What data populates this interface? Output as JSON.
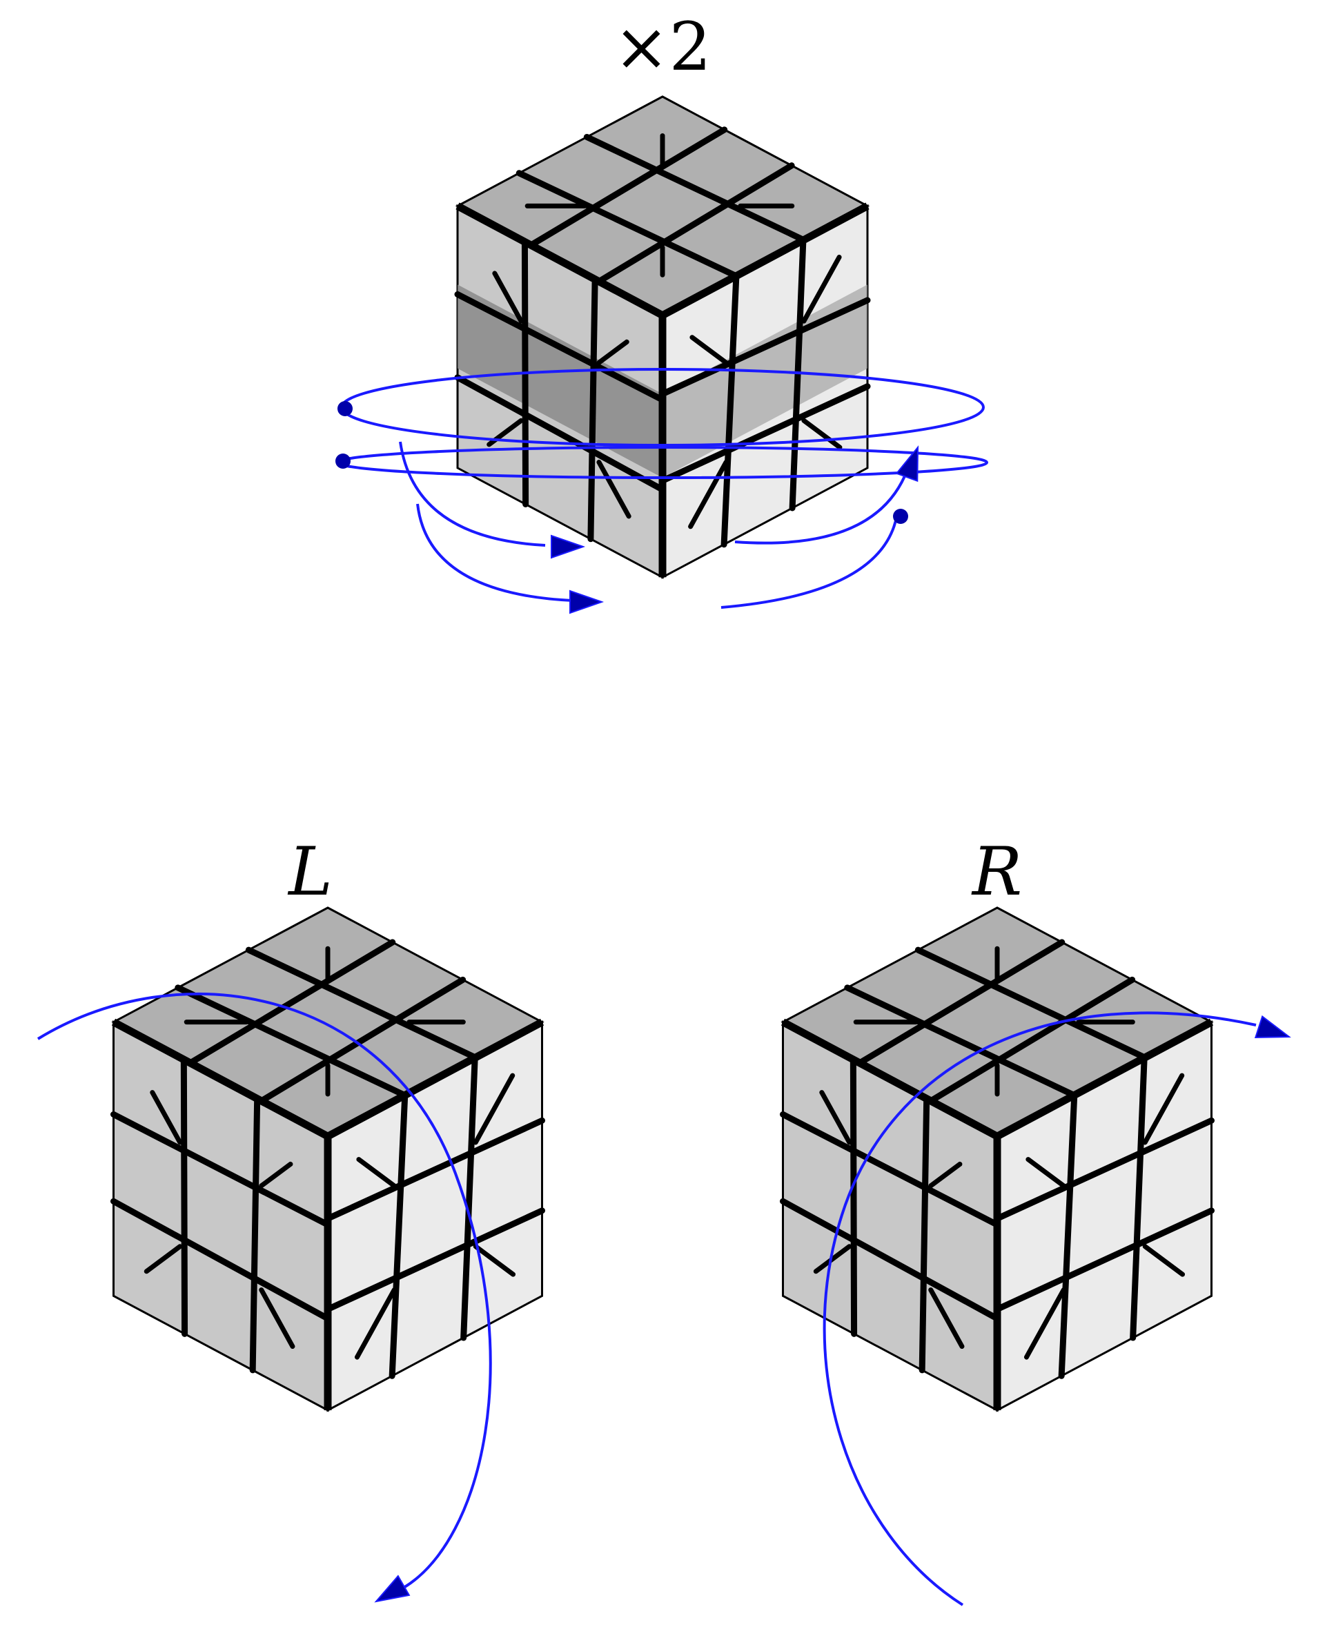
{
  "labels": {
    "top": "×2",
    "left": "L",
    "right": "R"
  },
  "colors": {
    "top_face": "#b0b0b0",
    "left_face": "#c8c8c8",
    "right_face": "#ebebeb",
    "turning_layer_left": "#8a8a8a",
    "turning_layer_right": "#a4a4a4",
    "cut_lines": "#000000",
    "arrow": "#1a1aff",
    "arrow_head": "#0000aa"
  },
  "puzzles": [
    {
      "id": "double-turn",
      "label_key": "top",
      "move": "middle-slice-x2"
    },
    {
      "id": "left-twist",
      "label_key": "left",
      "move": "L"
    },
    {
      "id": "right-twist",
      "label_key": "right",
      "move": "R"
    }
  ]
}
